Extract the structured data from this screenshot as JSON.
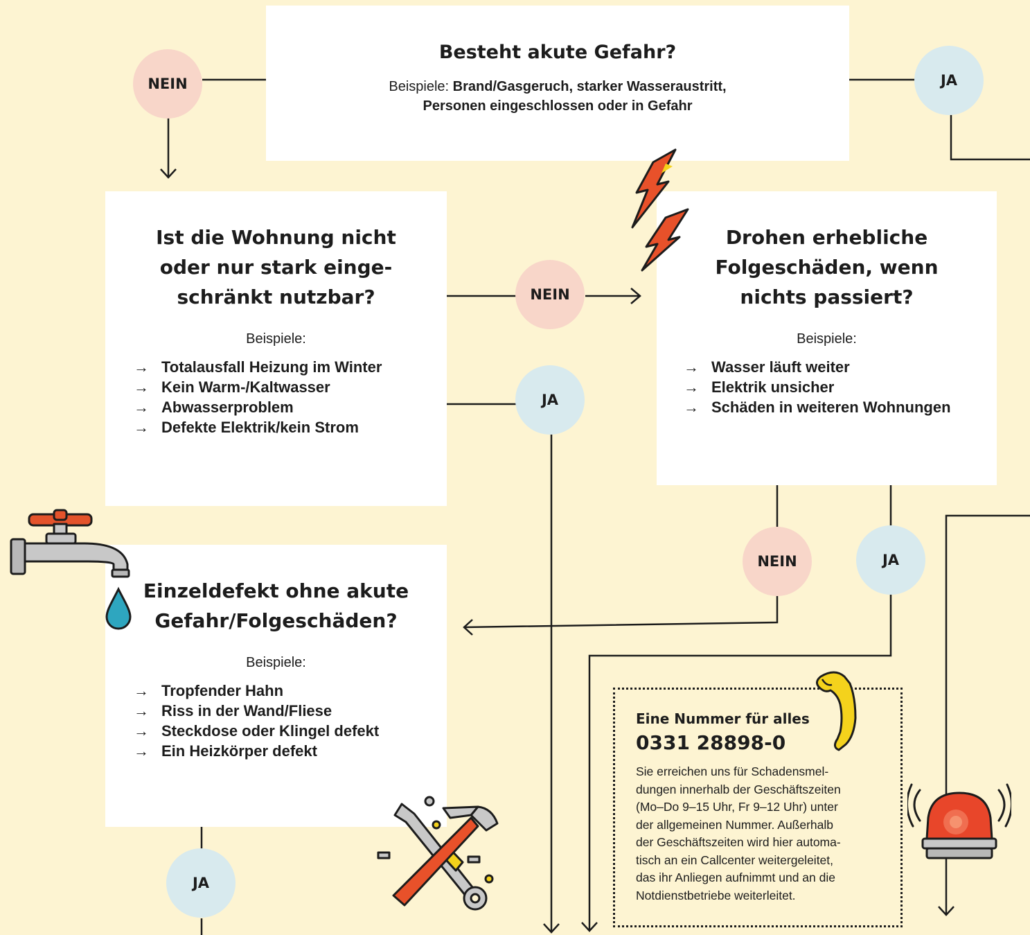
{
  "box_top": {
    "title": "Besteht akute Gefahr?",
    "examples_prefix": "Beispiele: ",
    "examples_line1": "Brand/Gasgeruch, starker Wasseraustritt,",
    "examples_line2": "Personen eingeschlossen oder in Gefahr"
  },
  "box_left": {
    "title_lines": [
      "Ist die Wohnung nicht",
      "oder nur stark einge-",
      "schränkt nutzbar?"
    ],
    "examples_label": "Beispiele:",
    "items": [
      "Totalausfall Heizung im Winter",
      "Kein Warm-/Kaltwasser",
      "Abwasserproblem",
      "Defekte Elektrik/kein Strom"
    ]
  },
  "box_right": {
    "title_lines": [
      "Drohen erhebliche",
      "Folgeschäden, wenn",
      "nichts passiert?"
    ],
    "examples_label": "Beispiele:",
    "items": [
      "Wasser läuft weiter",
      "Elektrik unsicher",
      "Schäden in weiteren Wohnungen"
    ]
  },
  "box_bottom": {
    "title_lines": [
      "Einzeldefekt ohne akute",
      "Gefahr/Folgeschäden?"
    ],
    "examples_label": "Beispiele:",
    "items": [
      "Tropfender Hahn",
      "Riss in der Wand/Fliese",
      "Steckdose oder Klingel defekt",
      "Ein Heizkörper defekt"
    ]
  },
  "arrow_glyph": "→",
  "labels": {
    "nein": "NEIN",
    "ja": "JA"
  },
  "contact": {
    "heading": "Eine Nummer für alles",
    "phone": "0331 28898-0",
    "text_lines": [
      "Sie erreichen uns für Schadensmel-",
      "dungen innerhalb der Geschäftszeiten",
      "(Mo–Do 9–15 Uhr, Fr 9–12 Uhr) unter",
      "der allgemeinen Nummer. Außerhalb",
      "der Geschäftszeiten wird hier automa-",
      "tisch an ein Callcenter weitergeleitet,",
      "das ihr Anliegen aufnimmt und an die",
      "Notdienstbetriebe weiterleitet."
    ]
  },
  "icons": [
    "faucet-icon",
    "water-drop-icon",
    "lightning-icon",
    "phone-icon",
    "tools-icon",
    "siren-icon"
  ],
  "colors": {
    "background": "#fdf4d2",
    "box": "#ffffff",
    "nein": "#f8d6c9",
    "ja": "#d8eaee",
    "lightning": "#e8512a",
    "phone": "#f4d21c",
    "siren": "#e8462a"
  }
}
